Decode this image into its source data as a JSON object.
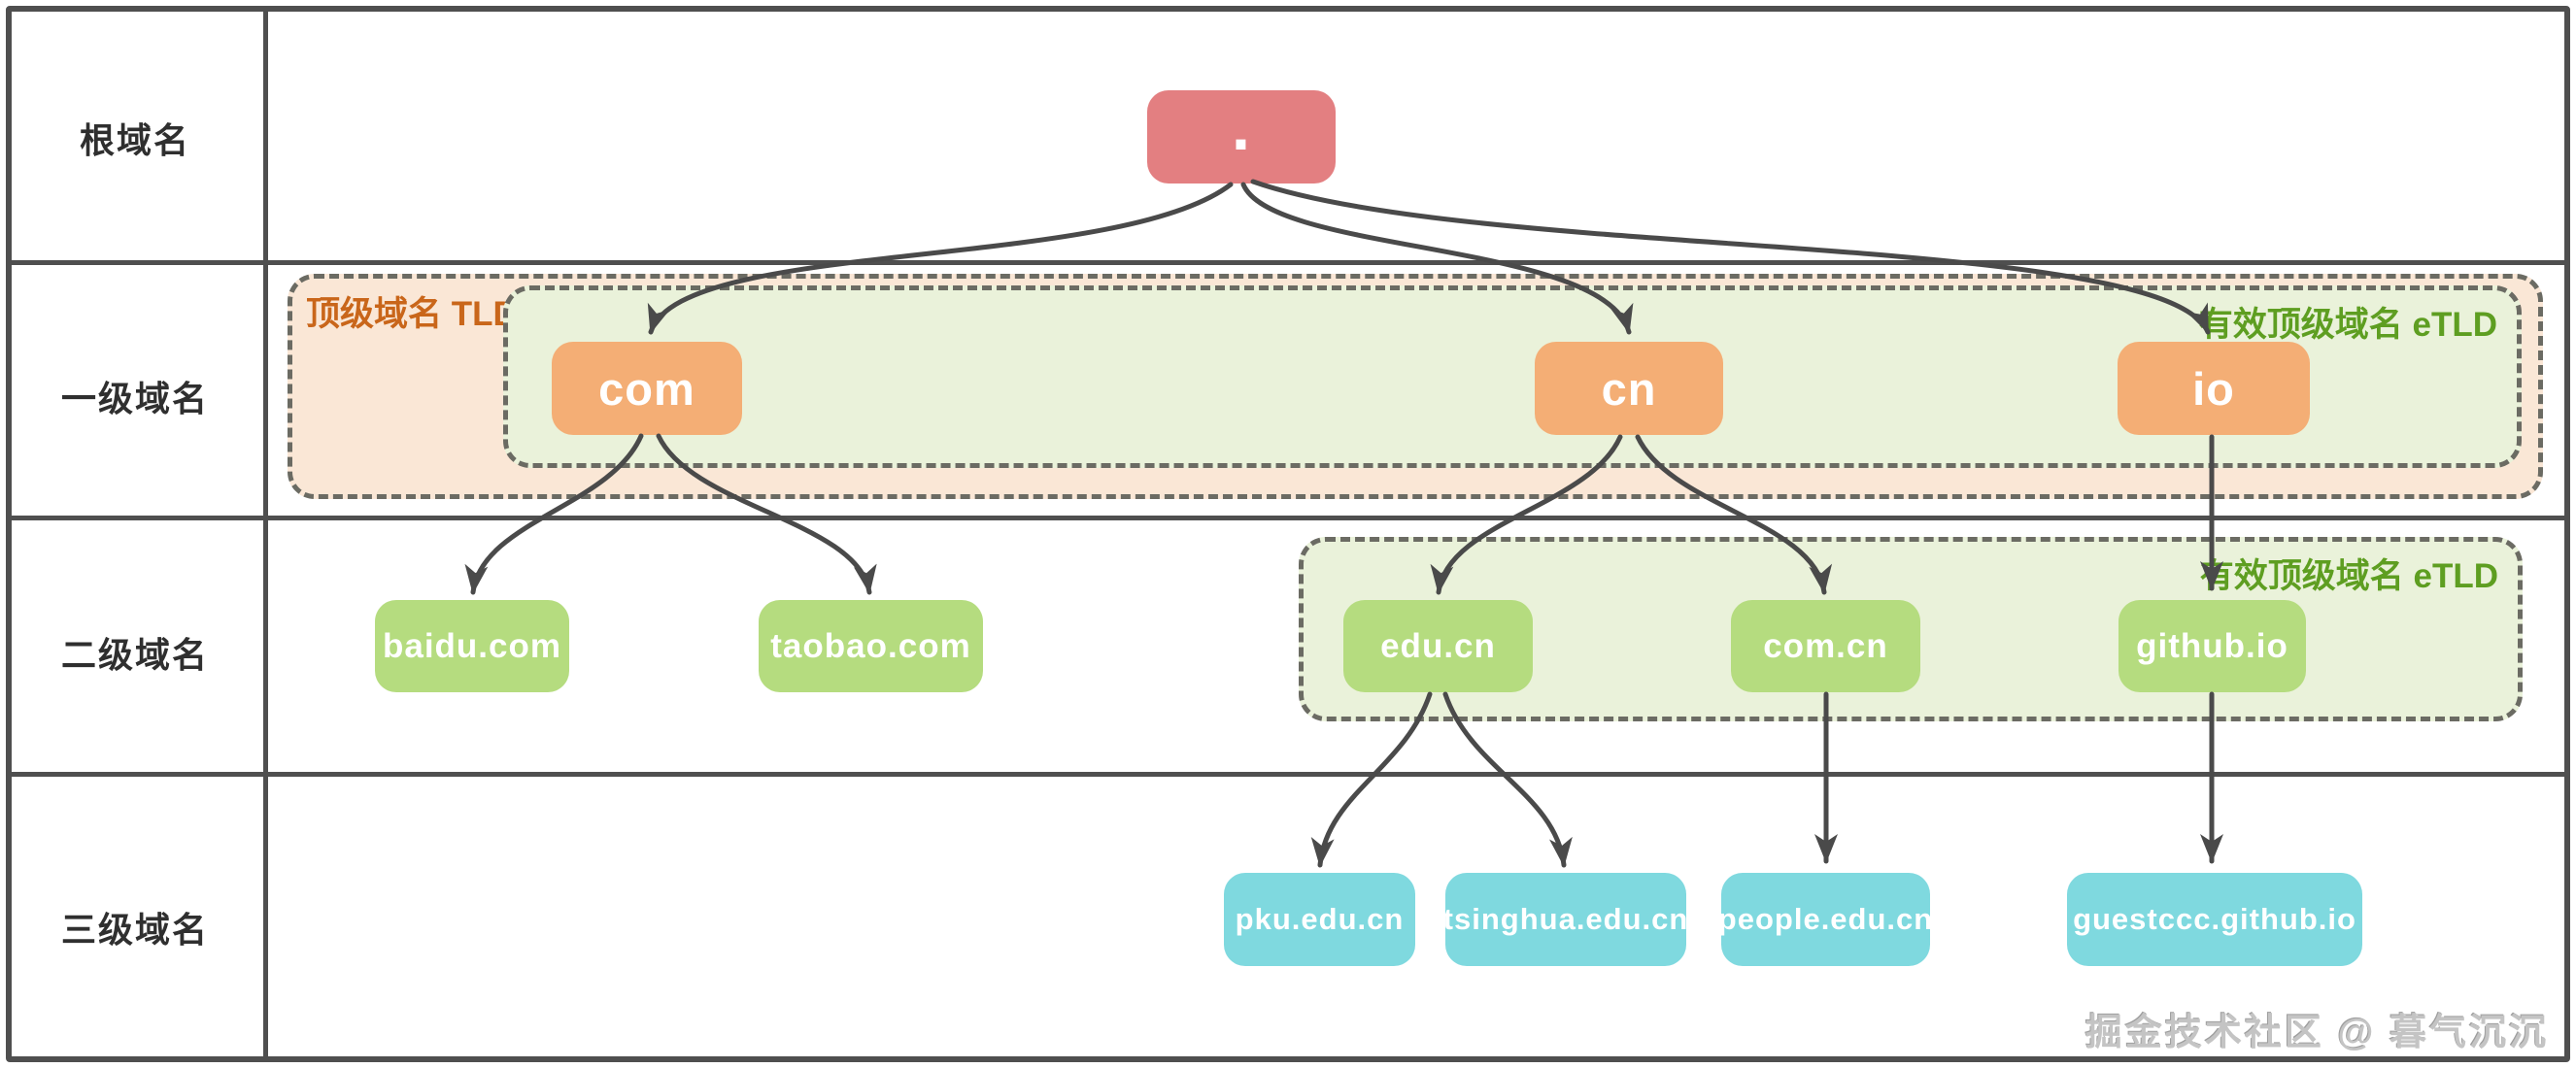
{
  "diagram": {
    "row_labels": [
      "根域名",
      "一级域名",
      "二级域名",
      "三级域名"
    ],
    "groups": {
      "tld": {
        "label": "顶级域名 TLD"
      },
      "etld_level1": {
        "label": "有效顶级域名 eTLD"
      },
      "etld_level2": {
        "label": "有效顶级域名 eTLD"
      }
    },
    "nodes": {
      "root": {
        "label": "."
      },
      "level1": [
        {
          "label": "com"
        },
        {
          "label": "cn"
        },
        {
          "label": "io"
        }
      ],
      "level2": [
        {
          "label": "baidu.com"
        },
        {
          "label": "taobao.com"
        },
        {
          "label": "edu.cn"
        },
        {
          "label": "com.cn"
        },
        {
          "label": "github.io"
        }
      ],
      "level3": [
        {
          "label": "pku.edu.cn"
        },
        {
          "label": "tsinghua.edu.cn"
        },
        {
          "label": "people.edu.cn"
        },
        {
          "label": "guestccc.github.io"
        }
      ]
    },
    "watermark": "掘金技术社区 @ 暮气沉沉",
    "colors": {
      "root_node": "#E37F81",
      "level1_node": "#F4AE75",
      "level2_node": "#B5DC7F",
      "level3_node": "#7FD9DF",
      "tld_fill": "#FAE7D6",
      "etld_fill": "#EAF2DA",
      "tld_label": "#C9661A",
      "etld_label": "#5E9E21",
      "grid_line": "#4F4F4F",
      "arrow": "#4A4A4A"
    }
  }
}
